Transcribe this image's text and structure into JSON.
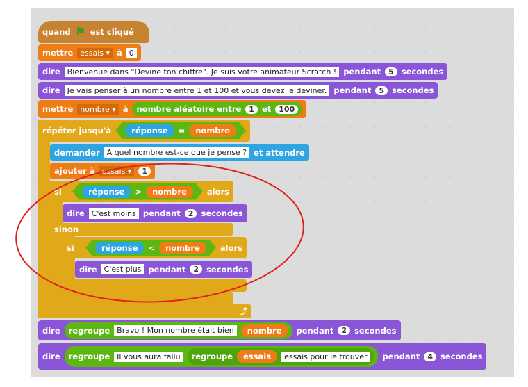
{
  "hat": {
    "when": "quand",
    "clicked": "est cliqué"
  },
  "set_essais": {
    "label": "mettre",
    "var": "essais",
    "to": "à",
    "value": "0"
  },
  "say1": {
    "label": "dire",
    "text": "Bienvenue dans \"Devine ton chiffre\". Je suis votre animateur Scratch !",
    "for": "pendant",
    "secs": "5",
    "unit": "secondes"
  },
  "say2": {
    "label": "dire",
    "text": "Je vais penser à un nombre entre 1 et 100 et vous devez le deviner.",
    "for": "pendant",
    "secs": "5",
    "unit": "secondes"
  },
  "set_nombre": {
    "label": "mettre",
    "var": "nombre",
    "to": "à",
    "random": "nombre aléatoire entre",
    "min": "1",
    "and": "et",
    "max": "100"
  },
  "repeat": {
    "label": "répéter jusqu'à",
    "left": "réponse",
    "op": "=",
    "right": "nombre"
  },
  "ask": {
    "label": "demander",
    "text": "A quel nombre est-ce que je pense ?",
    "wait": "et attendre"
  },
  "change": {
    "label": "ajouter à",
    "var": "essais",
    "value": "1"
  },
  "if1": {
    "label": "si",
    "left": "réponse",
    "op": ">",
    "right": "nombre",
    "then": "alors",
    "else": "sinon"
  },
  "say_less": {
    "label": "dire",
    "text": "C'est moins",
    "for": "pendant",
    "secs": "2",
    "unit": "secondes"
  },
  "if2": {
    "label": "si",
    "left": "réponse",
    "op": "<",
    "right": "nombre",
    "then": "alors"
  },
  "say_more": {
    "label": "dire",
    "text": "C'est plus",
    "for": "pendant",
    "secs": "2",
    "unit": "secondes"
  },
  "say_bravo": {
    "label": "dire",
    "join": "regroupe",
    "text": "Bravo ! Mon nombre était bien",
    "var": "nombre",
    "for": "pendant",
    "secs": "2",
    "unit": "secondes"
  },
  "say_tries": {
    "label": "dire",
    "join": "regroupe",
    "text": "Il vous aura fallu",
    "join2": "regroupe",
    "var": "essais",
    "text2": "essais pour le trouver",
    "for": "pendant",
    "secs": "4",
    "unit": "secondes"
  }
}
